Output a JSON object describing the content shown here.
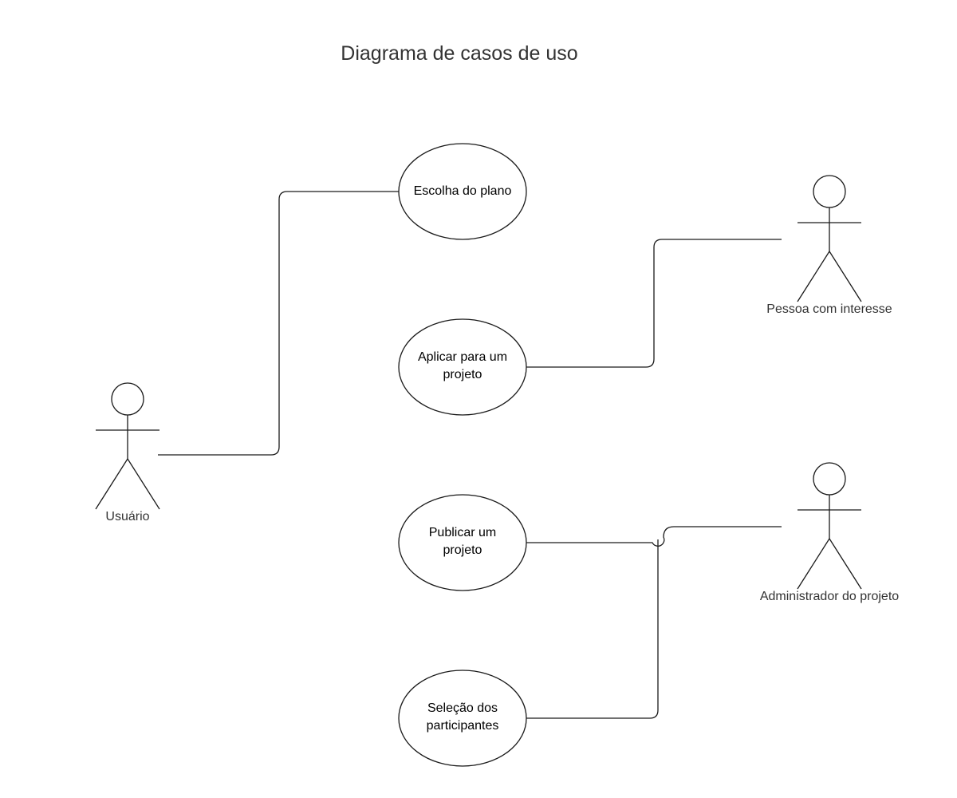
{
  "diagram": {
    "title": "Diagrama de casos de uso",
    "actors": [
      {
        "label": "Usuário"
      },
      {
        "label": "Pessoa com interesse"
      },
      {
        "label": "Administrador do projeto"
      }
    ],
    "use_cases": [
      {
        "lines": [
          "Escolha do plano"
        ]
      },
      {
        "lines": [
          "Aplicar para um",
          "projeto"
        ]
      },
      {
        "lines": [
          "Publicar um",
          "projeto"
        ]
      },
      {
        "lines": [
          "Seleção dos",
          "participantes"
        ]
      }
    ],
    "colors": {
      "line": "#1a1a1a",
      "title": "#333333",
      "background": "#ffffff"
    }
  }
}
